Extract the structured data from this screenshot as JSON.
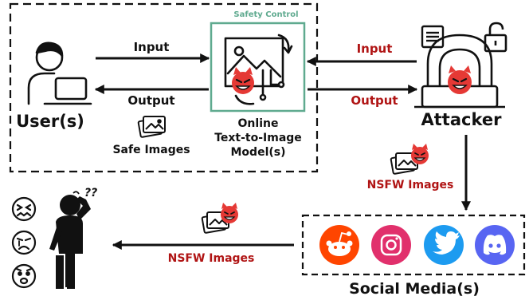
{
  "colors": {
    "accent_red": "#b01414",
    "safety_green": "#5faa8f",
    "devil_red": "#e53935",
    "reddit": "#ff4500",
    "twitter": "#1d9bf0",
    "discord": "#5865f2"
  },
  "user": {
    "label": "User(s)",
    "icon": "user-laptop-icon"
  },
  "model": {
    "safety_label": "Safety Control",
    "label_line1": "Online",
    "label_line2": "Text-to-Image",
    "label_line3": "Model(s)",
    "icon": "image-generator-icon"
  },
  "user_flow": {
    "input": "Input",
    "output": "Output",
    "safe_images": "Safe Images"
  },
  "attacker": {
    "label": "Attacker",
    "icons": [
      "hacker-icon",
      "document-icon",
      "unlock-icon",
      "devil-icon"
    ]
  },
  "attacker_flow": {
    "input": "Input",
    "output": "Output"
  },
  "nsfw_label_right": "NSFW Images",
  "nsfw_label_bottom": "NSFW Images",
  "social": {
    "label": "Social Media(s)",
    "platforms": [
      "reddit-icon",
      "instagram-icon",
      "twitter-icon",
      "discord-icon"
    ]
  },
  "victim": {
    "question_marks": "??",
    "emotions": [
      "confounded-face-icon",
      "crying-face-icon",
      "anxious-face-icon"
    ]
  }
}
